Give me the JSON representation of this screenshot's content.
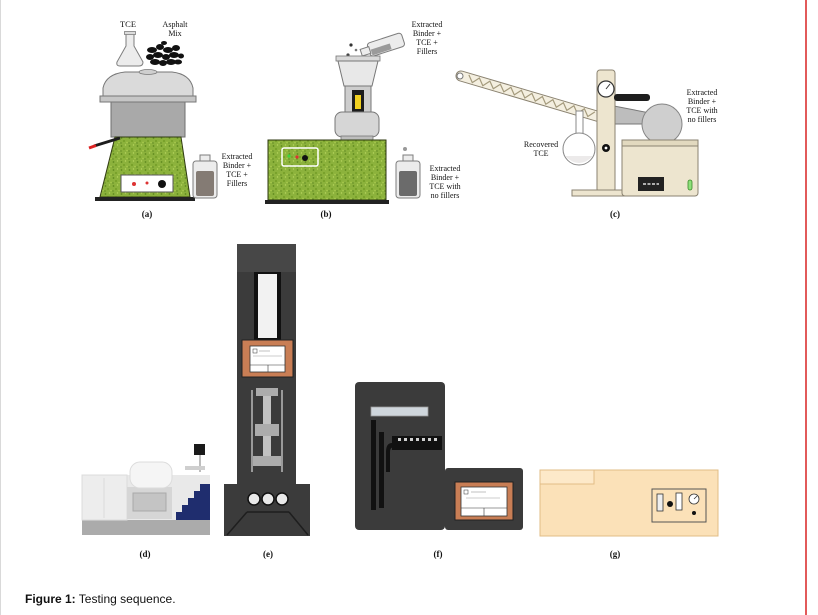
{
  "figure": {
    "panels": {
      "a": {
        "caption": "(a)",
        "solvent_label": "TCE",
        "mix_label": [
          "Asphalt",
          "Mix"
        ],
        "product_label": [
          "Extracted",
          "Binder +",
          "TCE +",
          "Fillers"
        ]
      },
      "b": {
        "caption": "(b)",
        "input_label": [
          "Extracted",
          "Binder +",
          "TCE +",
          "Fillers"
        ],
        "output_label": [
          "Extracted",
          "Binder +",
          "TCE with",
          "no fillers"
        ]
      },
      "c": {
        "caption": "(c)",
        "input_label": [
          "Extracted",
          "Binder +",
          "TCE with",
          "no fillers"
        ],
        "recovered_label": [
          "Recovered",
          "TCE"
        ]
      },
      "d": {
        "caption": "(d)"
      },
      "e": {
        "caption": "(e)"
      },
      "f": {
        "caption": "(f)"
      },
      "g": {
        "caption": "(g)"
      }
    },
    "caption": {
      "label": "Figure 1:",
      "text": "Testing sequence."
    }
  },
  "colors": {
    "equipment_green": "#8cb23c",
    "machine_dark": "#3b3b3b",
    "panel_orange": "#c97e55",
    "stairs_navy": "#1f2d6e",
    "oven_beige": "#fbe1b8",
    "evaporator_beige": "#ede5cf",
    "border_red": "#e25a5a"
  }
}
